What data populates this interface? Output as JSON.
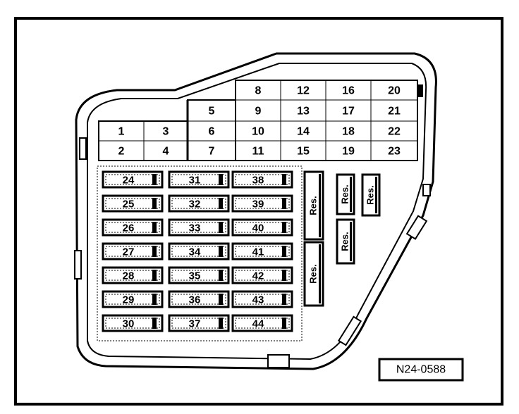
{
  "colors": {
    "ink": "#000000",
    "paper": "#ffffff",
    "fill": "#ececec"
  },
  "relay_grid": {
    "cells": [
      {
        "label": "8"
      },
      {
        "label": "12"
      },
      {
        "label": "16"
      },
      {
        "label": "20"
      },
      {
        "label": "5"
      },
      {
        "label": "9"
      },
      {
        "label": "13"
      },
      {
        "label": "17"
      },
      {
        "label": "21"
      },
      {
        "label": "1"
      },
      {
        "label": "3"
      },
      {
        "label": "6"
      },
      {
        "label": "10"
      },
      {
        "label": "14"
      },
      {
        "label": "18"
      },
      {
        "label": "22"
      },
      {
        "label": "2"
      },
      {
        "label": "4"
      },
      {
        "label": "7"
      },
      {
        "label": "11"
      },
      {
        "label": "15"
      },
      {
        "label": "19"
      },
      {
        "label": "23"
      }
    ]
  },
  "fuses": [
    {
      "label": "24"
    },
    {
      "label": "25"
    },
    {
      "label": "26"
    },
    {
      "label": "27"
    },
    {
      "label": "28"
    },
    {
      "label": "29"
    },
    {
      "label": "30"
    },
    {
      "label": "31"
    },
    {
      "label": "32"
    },
    {
      "label": "33"
    },
    {
      "label": "34"
    },
    {
      "label": "35"
    },
    {
      "label": "36"
    },
    {
      "label": "37"
    },
    {
      "label": "38"
    },
    {
      "label": "39"
    },
    {
      "label": "40"
    },
    {
      "label": "41"
    },
    {
      "label": "42"
    },
    {
      "label": "43"
    },
    {
      "label": "44"
    }
  ],
  "reserve": [
    {
      "label": "Res."
    },
    {
      "label": "Res."
    },
    {
      "label": "Res."
    },
    {
      "label": "Res."
    },
    {
      "label": "Res."
    }
  ],
  "reference": "N24-0588"
}
